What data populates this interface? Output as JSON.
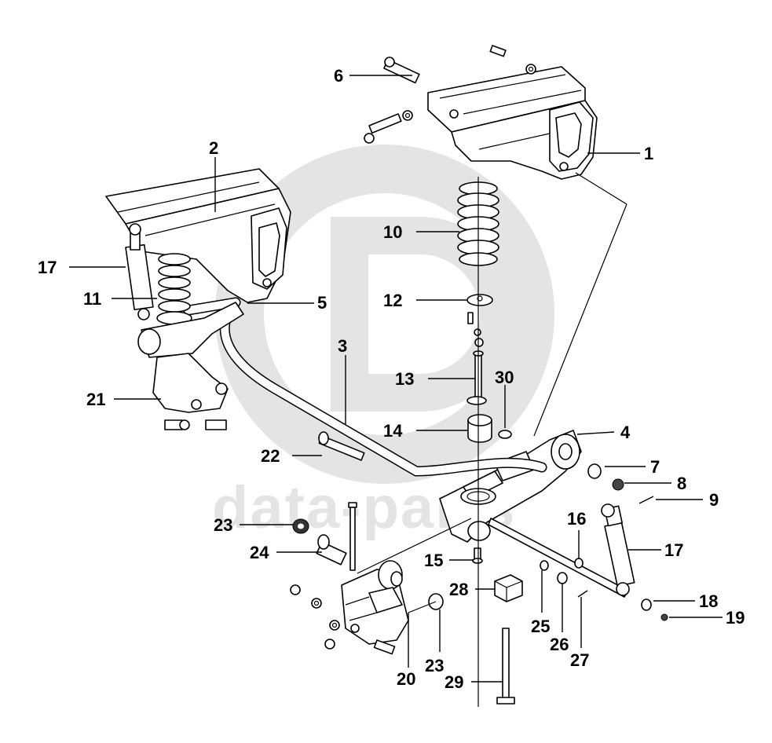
{
  "watermark": {
    "text": "data-parts",
    "logo_letters": "GD",
    "color": "#d4d4d4"
  },
  "callouts": [
    {
      "id": "c1",
      "text": "1"
    },
    {
      "id": "c2",
      "text": "2"
    },
    {
      "id": "c3",
      "text": "3"
    },
    {
      "id": "c4",
      "text": "4"
    },
    {
      "id": "c5",
      "text": "5"
    },
    {
      "id": "c6",
      "text": "6"
    },
    {
      "id": "c7",
      "text": "7"
    },
    {
      "id": "c8",
      "text": "8"
    },
    {
      "id": "c9",
      "text": "9"
    },
    {
      "id": "c10",
      "text": "10"
    },
    {
      "id": "c11",
      "text": "11"
    },
    {
      "id": "c12",
      "text": "12"
    },
    {
      "id": "c13",
      "text": "13"
    },
    {
      "id": "c14",
      "text": "14"
    },
    {
      "id": "c15",
      "text": "15"
    },
    {
      "id": "c16",
      "text": "16"
    },
    {
      "id": "c17a",
      "text": "17"
    },
    {
      "id": "c17b",
      "text": "17"
    },
    {
      "id": "c18",
      "text": "18"
    },
    {
      "id": "c19",
      "text": "19"
    },
    {
      "id": "c20",
      "text": "20"
    },
    {
      "id": "c21",
      "text": "21"
    },
    {
      "id": "c22",
      "text": "22"
    },
    {
      "id": "c23a",
      "text": "23"
    },
    {
      "id": "c23b",
      "text": "23"
    },
    {
      "id": "c24",
      "text": "24"
    },
    {
      "id": "c25",
      "text": "25"
    },
    {
      "id": "c26",
      "text": "26"
    },
    {
      "id": "c27",
      "text": "27"
    },
    {
      "id": "c28",
      "text": "28"
    },
    {
      "id": "c29",
      "text": "29"
    },
    {
      "id": "c30",
      "text": "30"
    }
  ]
}
